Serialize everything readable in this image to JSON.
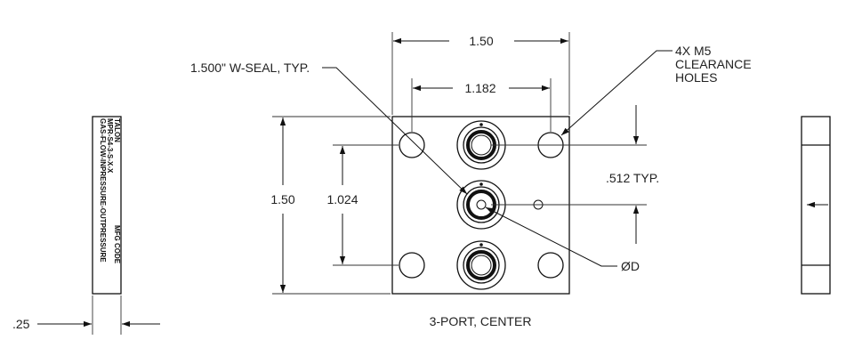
{
  "dimensions": {
    "overall_width": "1.50",
    "overall_height": "1.50",
    "hole_spacing_x": "1.182",
    "hole_spacing_y": "1.024",
    "port_pitch": ".512 TYP.",
    "thickness": ".25",
    "diameter": "ØD"
  },
  "callouts": {
    "w_seal": "1.500\" W-SEAL, TYP.",
    "clearance_line1": "4X M5",
    "clearance_line2": "CLEARANCE",
    "clearance_line3": "HOLES"
  },
  "view_label": "3-PORT, CENTER",
  "side_marking": {
    "brand": "TALON",
    "part_no": "MPR-S4-3-S-X-X",
    "mfg_code": "MFG CODE",
    "flow_text": "GAS-FLOW-INPRESSURE-OUTPRESSURE"
  },
  "icons": {
    "flow_arrow": "arrow-left-icon"
  }
}
